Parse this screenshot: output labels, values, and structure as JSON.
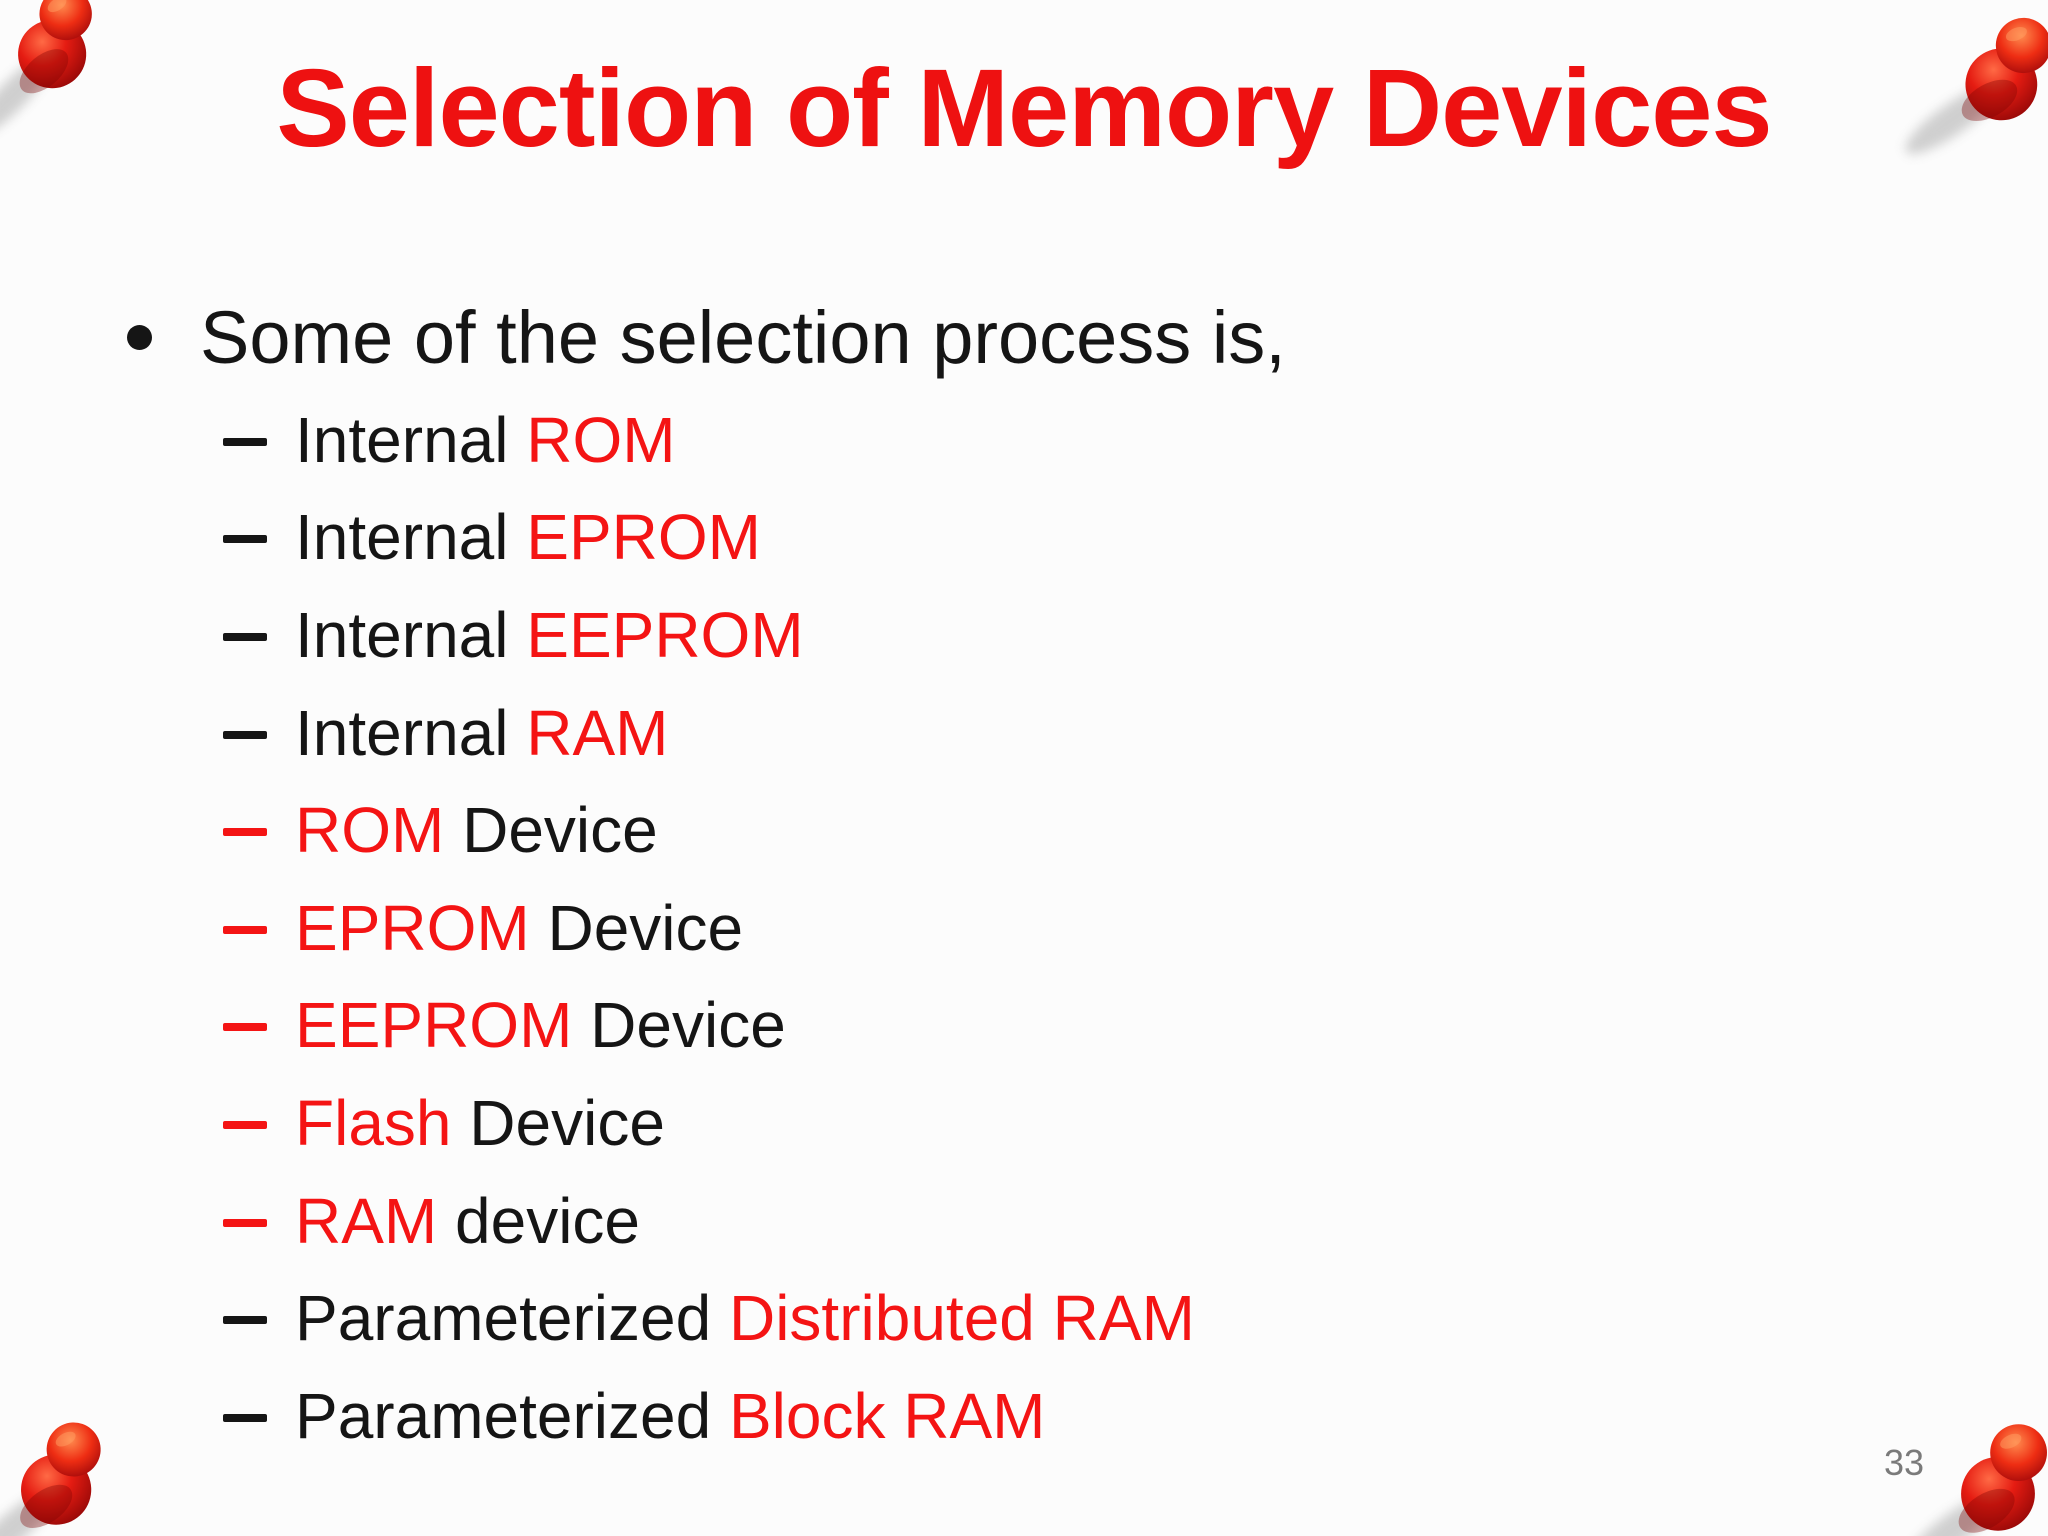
{
  "slide": {
    "title": "Selection of Memory Devices",
    "intro_bullet": "Some of the selection process is,",
    "items": [
      {
        "dash_red": false,
        "segments": [
          {
            "text": "Internal ",
            "red": false
          },
          {
            "text": "ROM",
            "red": true
          }
        ]
      },
      {
        "dash_red": false,
        "segments": [
          {
            "text": "Internal ",
            "red": false
          },
          {
            "text": "EPROM",
            "red": true
          }
        ]
      },
      {
        "dash_red": false,
        "segments": [
          {
            "text": "Internal ",
            "red": false
          },
          {
            "text": "EEPROM",
            "red": true
          }
        ]
      },
      {
        "dash_red": false,
        "segments": [
          {
            "text": "Internal ",
            "red": false
          },
          {
            "text": "RAM",
            "red": true
          }
        ]
      },
      {
        "dash_red": true,
        "segments": [
          {
            "text": "ROM",
            "red": true
          },
          {
            "text": " Device",
            "red": false
          }
        ]
      },
      {
        "dash_red": true,
        "segments": [
          {
            "text": "EPROM",
            "red": true
          },
          {
            "text": " Device",
            "red": false
          }
        ]
      },
      {
        "dash_red": true,
        "segments": [
          {
            "text": "EEPROM",
            "red": true
          },
          {
            "text": " Device",
            "red": false
          }
        ]
      },
      {
        "dash_red": true,
        "segments": [
          {
            "text": "Flash",
            "red": true
          },
          {
            "text": " Device",
            "red": false
          }
        ]
      },
      {
        "dash_red": true,
        "segments": [
          {
            "text": "RAM",
            "red": true
          },
          {
            "text": " device",
            "red": false
          }
        ]
      },
      {
        "dash_red": false,
        "segments": [
          {
            "text": "Parameterized ",
            "red": false
          },
          {
            "text": "Distributed RAM",
            "red": true
          }
        ]
      },
      {
        "dash_red": false,
        "segments": [
          {
            "text": "Parameterized ",
            "red": false
          },
          {
            "text": "Block RAM",
            "red": true
          }
        ]
      }
    ],
    "page_number": "33"
  },
  "icons": {
    "corner_decorations": [
      "red-pushpin-icon-top-left",
      "red-pushpin-icon-top-right",
      "red-pushpin-icon-bottom-left",
      "red-pushpin-icon-bottom-right"
    ],
    "intro_marker": "bullet-dot",
    "item_marker": "dash-bullet"
  },
  "colors": {
    "title_red": "#ee1111",
    "accent_red": "#f41414",
    "text_black": "#151515",
    "page_number_gray": "#7a7a7a",
    "background": "#fcfcfc"
  }
}
